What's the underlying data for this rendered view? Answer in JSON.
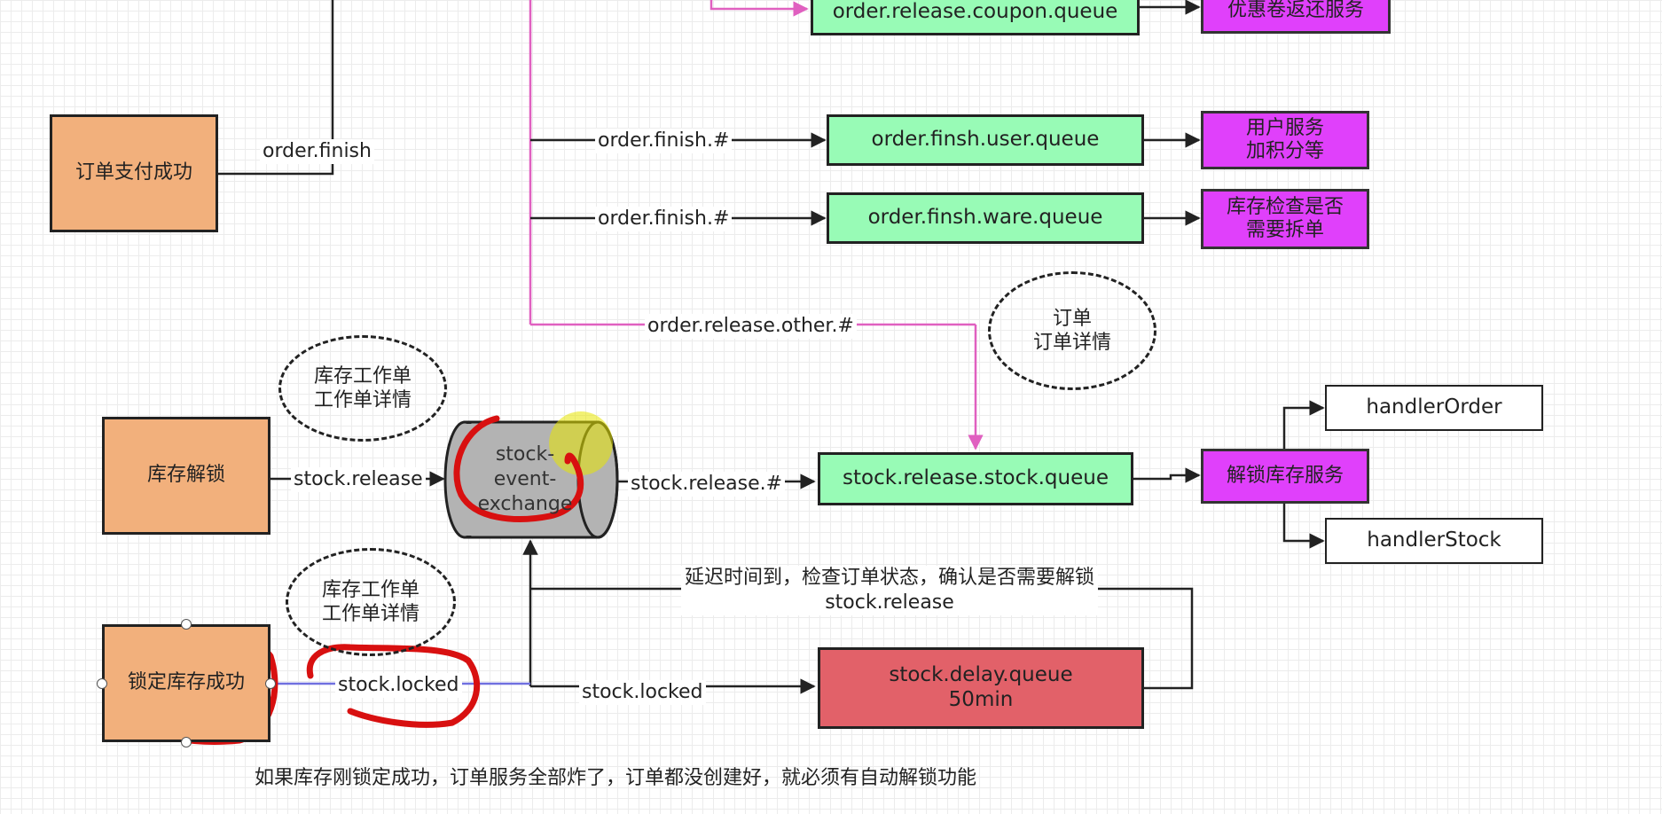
{
  "boxes": {
    "order_paid": "订单支付成功",
    "stock_unlock": "库存解锁",
    "stock_locked_ok": "锁定库存成功",
    "coupon_queue": "order.release.coupon.queue",
    "coupon_service": "优惠卷返还服务",
    "user_queue": "order.finsh.user.queue",
    "user_service_line1": "用户服务",
    "user_service_line2": "加积分等",
    "ware_queue": "order.finsh.ware.queue",
    "ware_service_line1": "库存检查是否",
    "ware_service_line2": "需要拆单",
    "release_stock_queue": "stock.release.stock.queue",
    "unlock_service": "解锁库存服务",
    "handler_order": "handlerOrder",
    "handler_stock": "handlerStock",
    "delay_queue_line1": "stock.delay.queue",
    "delay_queue_line2": "50min"
  },
  "exchange": {
    "line1": "stock-",
    "line2": "event-",
    "line3": "exchange"
  },
  "ellipses": {
    "order_detail_line1": "订单",
    "order_detail_line2": "订单详情",
    "stock_work_line1": "库存工作单",
    "stock_work_line2": "工作单详情",
    "stock_work2_line1": "库存工作单",
    "stock_work2_line2": "工作单详情"
  },
  "labels": {
    "order_finish": "order.finish",
    "order_finish_user": "order.finish.#",
    "order_finish_ware": "order.finish.#",
    "order_release_other": "order.release.other.#",
    "stock_release_in": "stock.release",
    "stock_release_out": "stock.release.#",
    "stock_locked_in": "stock.locked",
    "stock_locked_route": "stock.locked",
    "dead_letter_line1": "延迟时间到，检查订单状态，确认是否需要解锁",
    "dead_letter_line2": "stock.release"
  },
  "note": "如果库存刚锁定成功，订单服务全部炸了，订单都没创建好，就必须有自动解锁功能",
  "colors": {
    "orange": "#f2b07c",
    "green": "#98fbb6",
    "purple": "#e040fb",
    "red": "#e26169",
    "pink_line": "#e060c0",
    "annotation_red": "#d81010",
    "highlight": "#e8e600"
  }
}
